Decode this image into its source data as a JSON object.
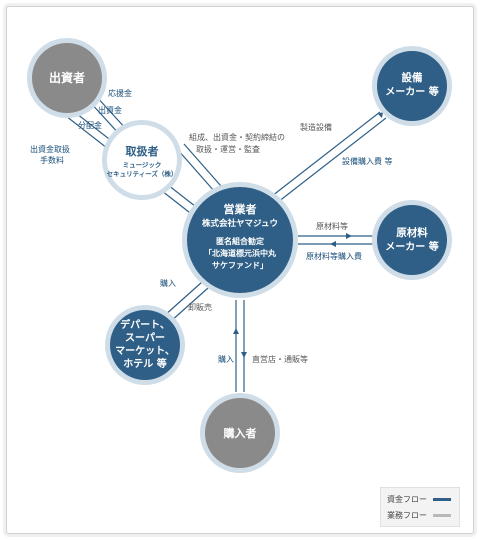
{
  "nodes": {
    "investor": "出資者",
    "handler_title": "取扱者",
    "handler_sub1": "ミュージック",
    "handler_sub2": "セキュリティーズ（株）",
    "operator_title": "営業者",
    "operator_company": "株式会社ヤマジュウ",
    "operator_line1": "匿名組合勧定",
    "operator_line2": "「北海道標元浜中丸",
    "operator_line3": "サケファンド」",
    "equipment_line1": "設備",
    "equipment_line2": "メーカー 等",
    "material_line1": "原材料",
    "material_line2": "メーカー 等",
    "retail_line1": "デパート、",
    "retail_line2": "スーパー",
    "retail_line3": "マーケット、",
    "retail_line4": "ホテル 等",
    "buyer": "購入者"
  },
  "labels": {
    "apply": "応援金",
    "investment": "出資金",
    "dividend": "分配金",
    "fee1": "出資金取扱",
    "fee2": "手数料",
    "org1": "組成、出資金・契約締結の",
    "org2": "取扱・運営・監査",
    "eq_service": "製造設備",
    "eq_pay": "設備購入費 等",
    "mat_goods": "原材料等",
    "mat_pay": "原材料等購入費",
    "retail_buy": "購入",
    "retail_sell": "卸販売",
    "buyer_buy": "購入",
    "buyer_sell": "直営店・通販等"
  },
  "legend": {
    "money": "資金フロー",
    "business": "業務フロー"
  },
  "colors": {
    "navy": "#2f5f86",
    "gray": "#8a8a8a",
    "light_blue": "#8fb4d0",
    "ring": "#cfdde8"
  }
}
